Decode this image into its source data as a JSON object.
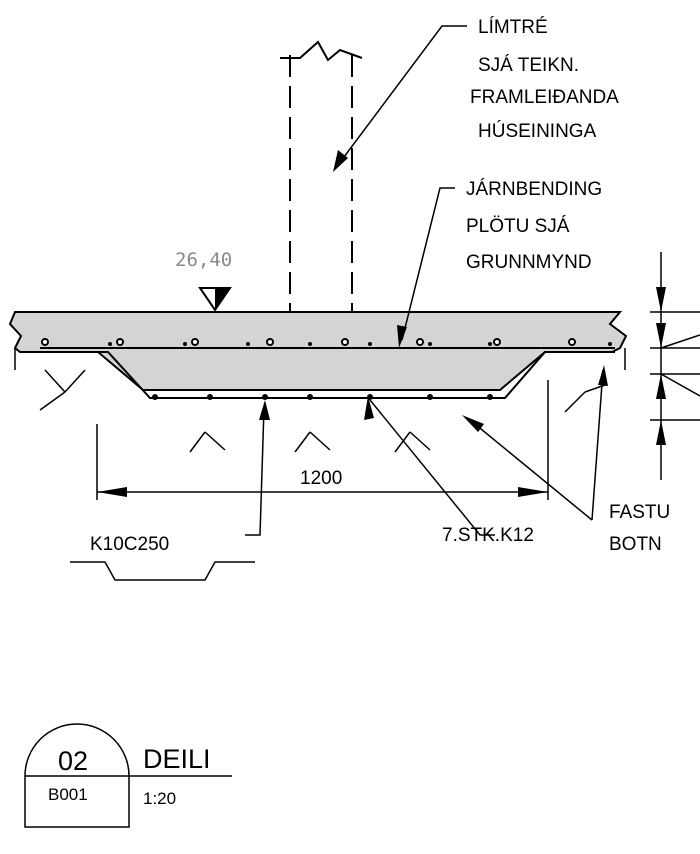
{
  "labels": {
    "limtre": [
      "LÍMTRÉ",
      "SJÁ TEIKN.",
      "FRAMLEIÐANDA",
      "HÚSEININGA"
    ],
    "jarnbending": [
      "JÁRNBENDING",
      "PLÖTU SJÁ",
      "GRUNNMYND"
    ],
    "level": "26,40",
    "span": "1200",
    "k10": "K10C250",
    "k12": "7.STK.K12",
    "fastu": [
      "FASTU",
      "BOTN"
    ]
  },
  "title_block": {
    "number": "02",
    "sheet": "B001",
    "title": "DEILI",
    "scale": "1:20"
  },
  "colors": {
    "concrete": "#d4d4d4",
    "line": "#000000",
    "level_text": "#8a8a8a"
  }
}
